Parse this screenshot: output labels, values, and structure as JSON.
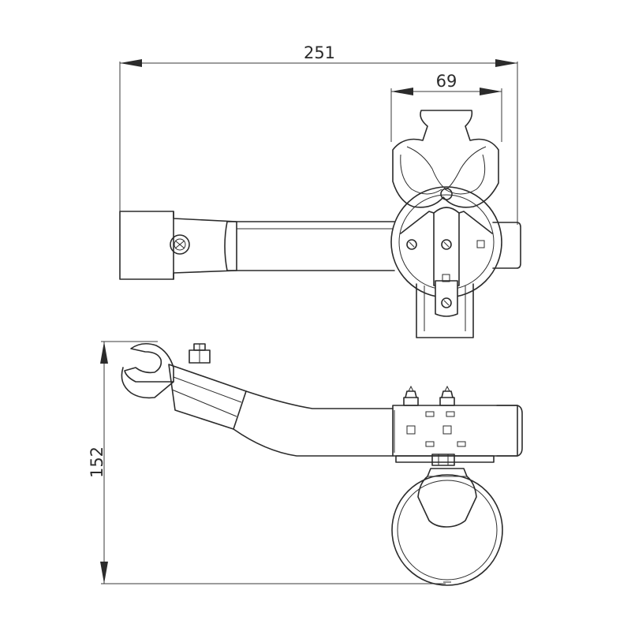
{
  "dimensions": {
    "overall_length": "251",
    "clamp_width": "69",
    "overall_height": "152"
  },
  "colors": {
    "line": "#2b2b2b",
    "background": "#ffffff"
  }
}
